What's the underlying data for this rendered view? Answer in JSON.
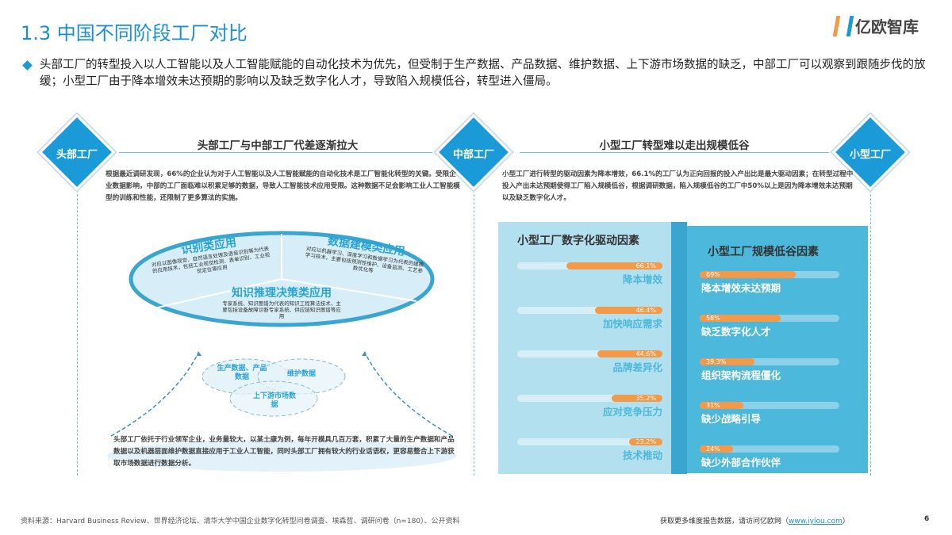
{
  "title": "1.3 中国不同阶段工厂对比",
  "logo": "亿欧智库",
  "bullet": "头部工厂的转型投入以人工智能以及人工智能赋能的自动化技术为优先，但受制于生产数据、产品数据、维护数据、上下游市场数据的缺乏，中部工厂可以观察到跟随步伐的放缓；小型工厂由于降本增效未达预期的影响以及缺乏数字化人才，导致陷入规模低谷，转型进入僵局。",
  "stages": [
    "头部工厂",
    "中部工厂",
    "小型工厂"
  ],
  "sections": {
    "left_header": "头部工厂与中部工厂代差逐渐拉大",
    "right_header": "小型工厂转型难以走出规模低谷",
    "left_text": "根据最近调研发现，66%的企业认为对于人工智能以及人工智能赋能的自动化技术是工厂智能化转型的关键。受限企业数据影响，中部的工厂面临难以积累足够的数据，导致人工智能技术应用受限。这种数据不足会影响工业人工智能模型的训练和性能，还限制了更多算法的实施。",
    "right_text": "小型工厂进行转型的驱动因素为降本增效，66.1%的工厂认为正向回报的投入产出比是最大驱动因素；在转型过程中投入产出未达预期使得工厂陷入规模低谷，根据调研数据，陷入规模低谷的工厂中50%以上是因为降本增效未达预期以及缺乏数字化人才。",
    "bottom_text": "头部工厂依托于行业领军企业，业务量较大，以某士康为例，每年开模具几百万套，积累了大量的生产数据和产品数据以及机器层面维护数据直接应用于工业人工智能，同时头部工厂拥有较大的行业话语权，更容易整合上下游获取市场数据进行数据分析。"
  },
  "disk": {
    "segments": [
      {
        "title": "识别类应用",
        "text": "对应以图像视觉、自然语言处理及语音识别等为代表的应用技术，包括工业视觉检测、表单识别、工业视觉定位等应用"
      },
      {
        "title": "数据建模类应用",
        "text": "对应以机器学习、深度学习和数据学习为代表的建模学习技术，主要包括预测性维护、设备监测、工艺参数优化等"
      },
      {
        "title": "知识推理决策类应用",
        "text": "专家系统、知识图谱为代表的知识工程算法技术，主要包括设备故障诊断专家系统、供应链知识图谱等应用"
      }
    ]
  },
  "data_bubbles": [
    "生产数据、产品数据",
    "维护数据",
    "上下游市场数据"
  ],
  "drivers": {
    "title": "小型工厂数字化驱动因素",
    "items": [
      {
        "label": "降本增效",
        "value": 66.1,
        "text": "66.1%"
      },
      {
        "label": "加快响应需求",
        "value": 46.4,
        "text": "46.4%"
      },
      {
        "label": "品牌差异化",
        "value": 44.6,
        "text": "44.6%"
      },
      {
        "label": "应对竞争压力",
        "value": 35.2,
        "text": "35.2%"
      },
      {
        "label": "技术推动",
        "value": 23.2,
        "text": "23.2%"
      }
    ]
  },
  "lows": {
    "title": "小型工厂规模低谷因素",
    "items": [
      {
        "label": "降本增效未达预期",
        "value": 69,
        "text": "69%"
      },
      {
        "label": "缺乏数字化人才",
        "value": 58,
        "text": "58%"
      },
      {
        "label": "组织架构流程僵化",
        "value": 39.3,
        "text": "39.3%"
      },
      {
        "label": "缺少战略引导",
        "value": 31,
        "text": "31%"
      },
      {
        "label": "缺少外部合作伙伴",
        "value": 24,
        "text": "24%"
      }
    ]
  },
  "footer": {
    "source": "资料来源：Harvard Business Review、世界经济论坛、清华大学中国企业数字化转型问卷调查、埃森哲、调研问卷（n=180）、公开资料",
    "more": "获取更多维度报告数据，请访问亿欧网（",
    "link": "www.iyiou.com",
    "close": "）",
    "page": "6"
  },
  "colors": {
    "accent": "#1a9ad6",
    "orange": "#f39a4a",
    "panel_light": "#b3e0ef",
    "panel_dark": "#4bb8dc"
  }
}
